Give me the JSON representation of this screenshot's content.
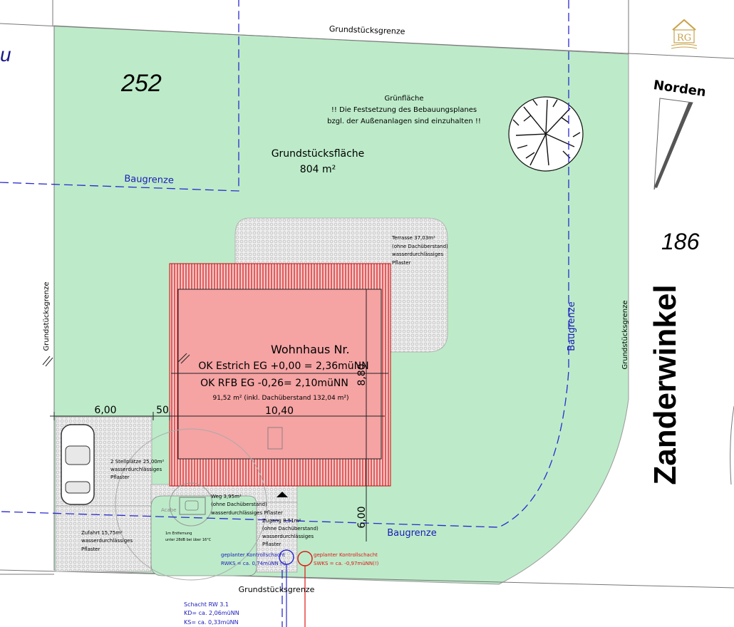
{
  "parcel": {
    "number": "252",
    "neighbor_number": "186",
    "area_label": "Grundstücksfläche",
    "area_value": "804 m²"
  },
  "boundary_labels": {
    "top": "Grundstücksgrenze",
    "left": "Grundstücksgrenze",
    "right": "Grundstücksgrenze",
    "bottom": "Grundstücksgrenze"
  },
  "building_limits": {
    "label_top": "Baugrenze",
    "label_right": "Baugrenze",
    "label_bottom": "Baugrenze"
  },
  "gruenflaeche": {
    "line1": "Grünfläche",
    "line2": "!! Die Festsetzung des Bebauungsplanes",
    "line3": "bzgl. der Außenanlagen sind einzuhalten !!"
  },
  "north": {
    "label": "Norden"
  },
  "street": {
    "name": "Zanderwinkel"
  },
  "house": {
    "title": "Wohnhaus Nr.",
    "line1": "OK Estrich EG +0,00 = 2,36müNN",
    "line2": "OK RFB EG -0,26= 2,10müNN",
    "line3": "91,52 m²  (inkl. Dachüberstand 132,04 m²)"
  },
  "dimensions": {
    "width": "10,40",
    "depth": "8,80",
    "left_offset": "6,00",
    "side_gap": "50",
    "front_offset": "6,00"
  },
  "terrace": {
    "line1": "Terrasse 37,03m²",
    "line2": "(ohne Dachüberstand)",
    "line3": "wasserdurchlässiges",
    "line4": "Pflaster"
  },
  "parking": {
    "line1": "2 Stellplätze 25,00m²",
    "line2": "wasserdurchlässiges",
    "line3": "Pflaster"
  },
  "path": {
    "line1": "Weg 3,95m²",
    "line2": "(ohne Dachüberstand)",
    "line3": "wasserdurchlässiges Pflaster"
  },
  "access": {
    "line1": "Zugang 8,51m²",
    "line2": "(ohne Dachüberstand)",
    "line3": "wasserdurchlässiges",
    "line4": "Pflaster"
  },
  "driveway": {
    "line1": "Zufahrt 15,75m²",
    "line2": "wasserdurchlässiges",
    "line3": "Pflaster"
  },
  "tank": {
    "label": "Acabe",
    "note1": "1m Entfernung",
    "note2": "unter 28dB bei über 16°C"
  },
  "shaft_rw": {
    "line1": "geplanter Kontrollschacht",
    "line2": "RWKS = ca. 0,74müNN (!)"
  },
  "shaft_sw": {
    "line1": "geplanter Kontrollschacht",
    "line2": "SWKS = ca. -0,97müNN(!)"
  },
  "existing_shaft": {
    "line1": "Schacht RW 3.1",
    "line2": "KD= ca. 2,06müNN",
    "line3": "KS= ca. 0,33müNN"
  },
  "logo": {
    "letters": "RG"
  },
  "colors": {
    "green": "#bdebc9",
    "house": "#f5a3a3",
    "roof": "#d11a1a",
    "blue": "#1a1ab8",
    "red": "#e01515",
    "paving": "#e7e7e7"
  }
}
